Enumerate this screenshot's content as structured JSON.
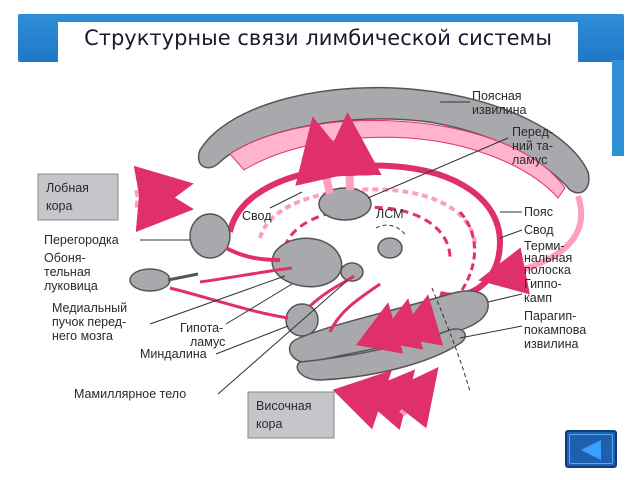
{
  "slide": {
    "title": "Структурные связи лимбической системы"
  },
  "labels": {
    "frontal_cortex": [
      "Лобная",
      "кора"
    ],
    "septum": "Перегородка",
    "olfactory_bulb": [
      "Обоня-",
      "тельная",
      "луковица"
    ],
    "medial_forebrain_bundle": [
      "Медиальный",
      "пучок перед-",
      "него мозга"
    ],
    "amygdala": "Миндалина",
    "mamillary_body": "Мамиллярное тело",
    "hypothalamus": [
      "Гипота-",
      "ламус"
    ],
    "fornix_inner": "Свод",
    "lsm": "ЛСМ",
    "cingulate_gyrus": [
      "Поясная",
      "извилина"
    ],
    "anterior_thalamus": [
      "Перед-",
      "ний та-",
      "ламус"
    ],
    "cingulum": "Пояс",
    "fornix_right": "Свод",
    "stria_terminalis": [
      "Терми-",
      "нальная",
      "полоска"
    ],
    "hippocampus": [
      "Гиппо-",
      "камп"
    ],
    "parahippocampal_gyrus": [
      "Парагип-",
      "покампова",
      "извилина"
    ],
    "temporal_cortex": [
      "Височная",
      "кора"
    ]
  },
  "colors": {
    "header": "#2f8fd8",
    "pink": "#ff9fc0",
    "pink_dark": "#e0306c",
    "gray": "#a9a9ad",
    "gray_edge": "#555555",
    "button": "#1e5fb0"
  }
}
